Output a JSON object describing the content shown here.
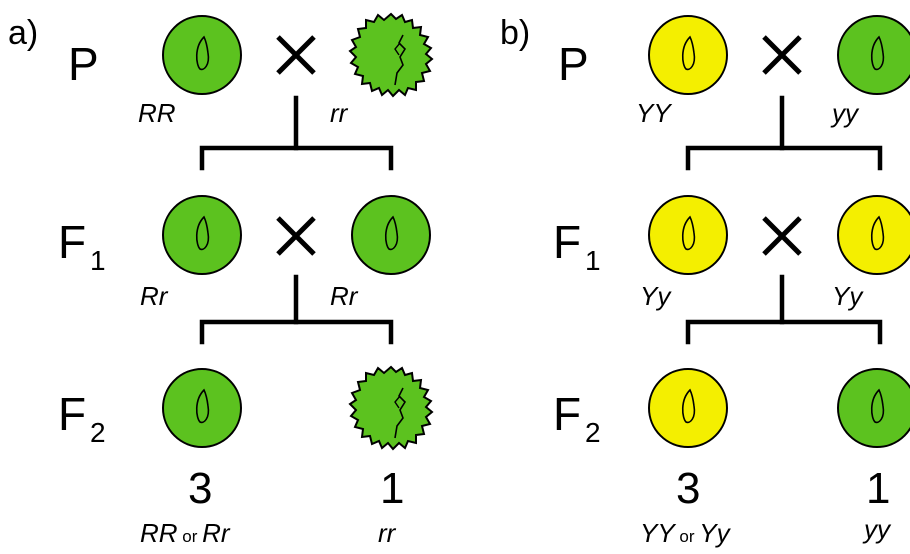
{
  "colors": {
    "green": "#5cc21f",
    "yellow": "#f4ef00",
    "outline": "#000000"
  },
  "panel_a": {
    "label": "a)",
    "p_label": "P",
    "f1_label": "F",
    "f1_sub": "1",
    "f2_label": "F",
    "f2_sub": "2",
    "p_left_genotype": "RR",
    "p_right_genotype": "rr",
    "f1_left_genotype": "Rr",
    "f1_right_genotype": "Rr",
    "f2_left_ratio": "3",
    "f2_right_ratio": "1",
    "f2_left_geno_a": "RR",
    "f2_left_or": " or ",
    "f2_left_geno_b": "Rr",
    "f2_right_genotype": "rr",
    "seeds": {
      "p_left": "round-green",
      "p_right": "wrinkled-green",
      "f1_left": "round-green",
      "f1_right": "round-green",
      "f2_left": "round-green",
      "f2_right": "wrinkled-green"
    }
  },
  "panel_b": {
    "label": "b)",
    "p_label": "P",
    "f1_label": "F",
    "f1_sub": "1",
    "f2_label": "F",
    "f2_sub": "2",
    "p_left_genotype": "YY",
    "p_right_genotype": "yy",
    "f1_left_genotype": "Yy",
    "f1_right_genotype": "Yy",
    "f2_left_ratio": "3",
    "f2_right_ratio": "1",
    "f2_left_geno_a": "YY",
    "f2_left_or": " or ",
    "f2_left_geno_b": "Yy",
    "f2_right_genotype": "yy",
    "seeds": {
      "p_left": "round-yellow",
      "p_right": "round-green",
      "f1_left": "round-yellow",
      "f1_right": "round-yellow",
      "f2_left": "round-yellow",
      "f2_right": "round-green"
    }
  }
}
